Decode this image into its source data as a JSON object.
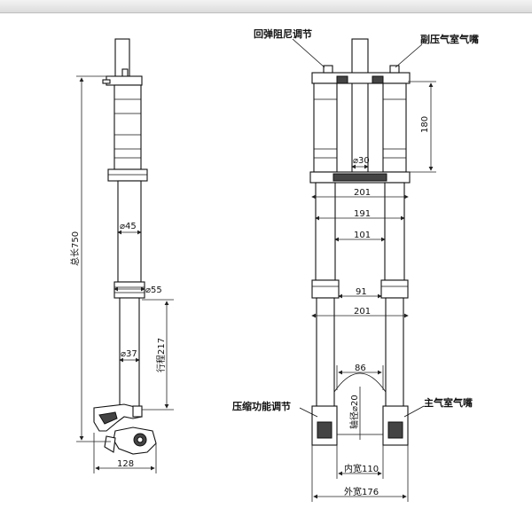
{
  "labels": {
    "rebound_adjust": "回弹阻尼调节",
    "aux_air_valve": "副压气室气嘴",
    "compression_adjust": "压缩功能调节",
    "main_air_valve": "主气室气嘴"
  },
  "dimensions": {
    "total_length": "总长750",
    "stroke": "行程217",
    "dia_45": "⌀45",
    "dia_55": "⌀55",
    "dia_37": "⌀37",
    "width_128": "128",
    "dia_30": "⌀30",
    "h_180": "180",
    "w_201_top": "201",
    "w_191": "191",
    "w_101": "101",
    "w_91": "91",
    "w_201_bottom": "201",
    "w_86": "86",
    "axle_20": "轴径⌀20",
    "inner_110": "内宽110",
    "outer_176": "外宽176"
  }
}
